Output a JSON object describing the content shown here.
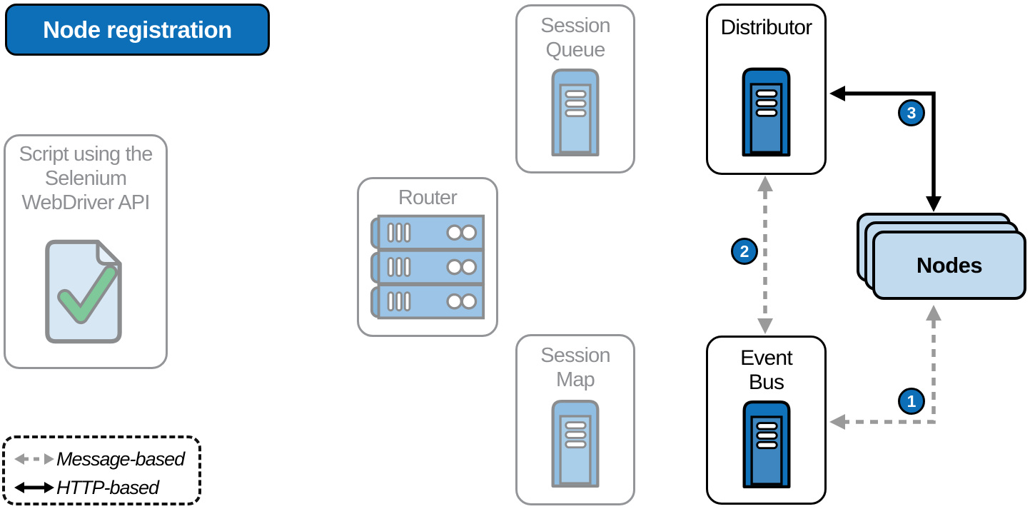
{
  "title": "Node registration",
  "colors": {
    "accent_blue": "#0D6FB8",
    "card_light_blue": "#C1DAEE",
    "tower_blue_side": "#1072BA",
    "tower_blue_center": "#3E86C0",
    "tower_gray_side": "#8FBEE2",
    "tower_gray_center": "#A9CEEA",
    "inactive_gray": "#8D8F92",
    "arrow_gray": "#9A9A9A",
    "check_green": "#7EC89A",
    "black": "#000000"
  },
  "components": {
    "script": {
      "lines": [
        "Script using the",
        "Selenium",
        "WebDriver API"
      ],
      "state": "inactive",
      "icon": "document-check"
    },
    "session_queue": {
      "lines": [
        "Session",
        "Queue"
      ],
      "state": "inactive",
      "icon": "server-tower"
    },
    "router": {
      "label": "Router",
      "state": "inactive",
      "icon": "server-rack"
    },
    "session_map": {
      "lines": [
        "Session",
        "Map"
      ],
      "state": "inactive",
      "icon": "server-tower"
    },
    "distributor": {
      "label": "Distributor",
      "state": "active",
      "icon": "server-tower"
    },
    "event_bus": {
      "lines": [
        "Event",
        "Bus"
      ],
      "state": "active",
      "icon": "server-tower"
    },
    "nodes": {
      "label": "Nodes",
      "state": "active",
      "stack_count": 3
    }
  },
  "connections": [
    {
      "badge": "1",
      "type": "message-based",
      "from": "nodes",
      "to": "event_bus",
      "bidirectional": true
    },
    {
      "badge": "2",
      "type": "message-based",
      "from": "distributor",
      "to": "event_bus",
      "bidirectional": true
    },
    {
      "badge": "3",
      "type": "http-based",
      "from": "distributor",
      "to": "nodes",
      "bidirectional": true
    }
  ],
  "legend": {
    "items": [
      {
        "label": "Message-based",
        "arrow": "dashed-gray-double"
      },
      {
        "label": "HTTP-based",
        "arrow": "solid-black-double"
      }
    ]
  }
}
